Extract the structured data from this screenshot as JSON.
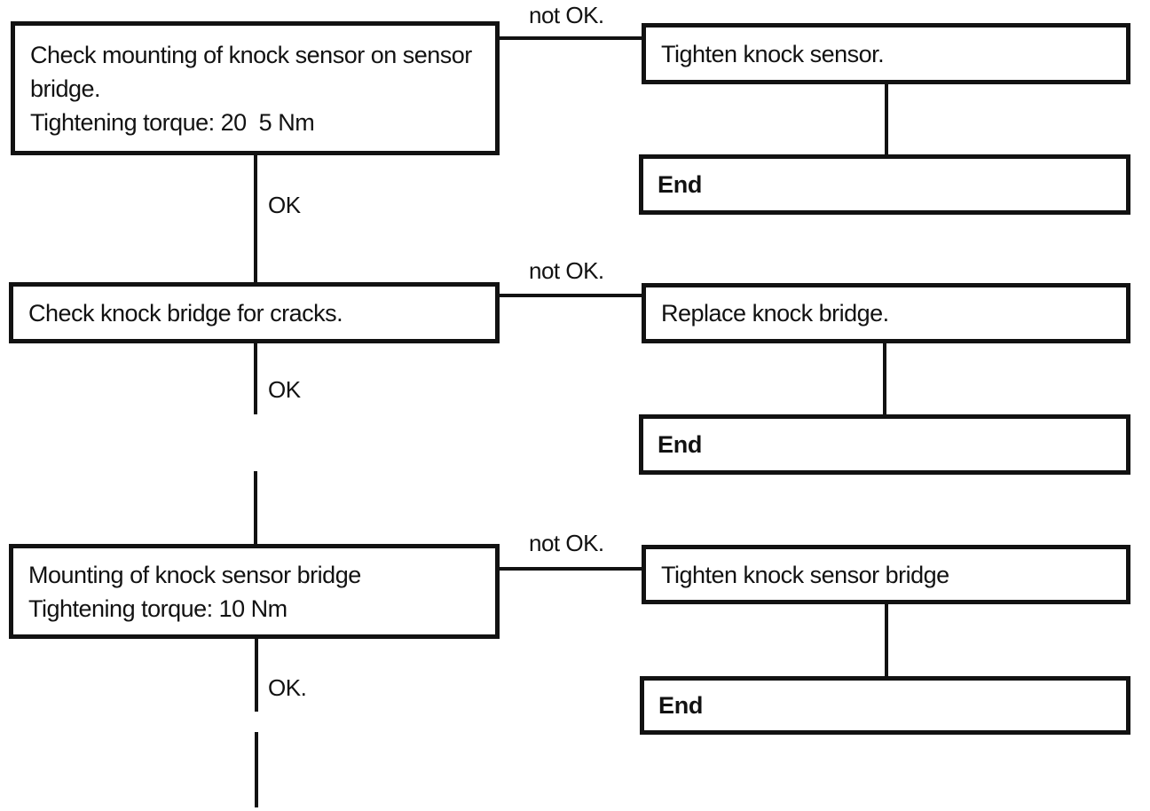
{
  "diagram": {
    "type": "flowchart",
    "background_color": "#ffffff",
    "ink_color": "#121212",
    "steps": [
      {
        "lines": [
          "Check mounting of knock sensor on sensor",
          "bridge.",
          "Tightening torque: 20  5 Nm"
        ]
      },
      {
        "lines": [
          "Check knock bridge for cracks."
        ]
      },
      {
        "lines": [
          "Mounting of knock sensor bridge",
          "Tightening torque: 10 Nm"
        ]
      }
    ],
    "actions": [
      {
        "label": "Tighten knock sensor."
      },
      {
        "label": "Replace knock bridge."
      },
      {
        "label": "Tighten knock sensor bridge"
      }
    ],
    "ends": [
      {
        "label": "End"
      },
      {
        "label": "End"
      },
      {
        "label": "End"
      }
    ],
    "edge_labels": {
      "not_ok_1": "not OK.",
      "ok_1": "OK",
      "not_ok_2": "not OK.",
      "ok_2": "OK",
      "not_ok_3": "not OK.",
      "ok_3": "OK."
    }
  }
}
